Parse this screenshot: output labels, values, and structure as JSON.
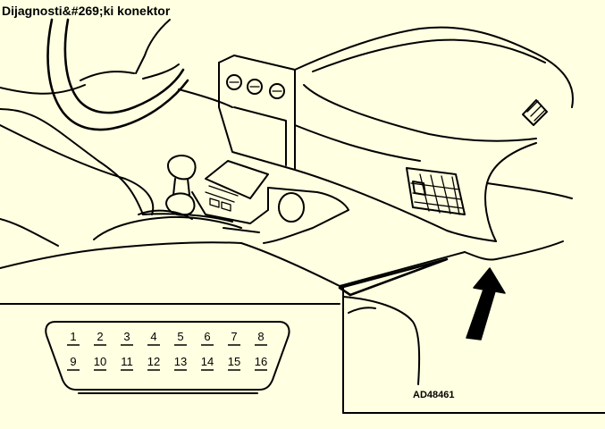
{
  "title": "Dijagnosti&#269;ki konektor",
  "figure_ref": "AD48461",
  "connector": {
    "top_row": [
      "1",
      "2",
      "3",
      "4",
      "5",
      "6",
      "7",
      "8"
    ],
    "bottom_row": [
      "9",
      "10",
      "11",
      "12",
      "13",
      "14",
      "15",
      "16"
    ]
  },
  "colors": {
    "background": "#FFFFE1",
    "line": "#000000"
  }
}
